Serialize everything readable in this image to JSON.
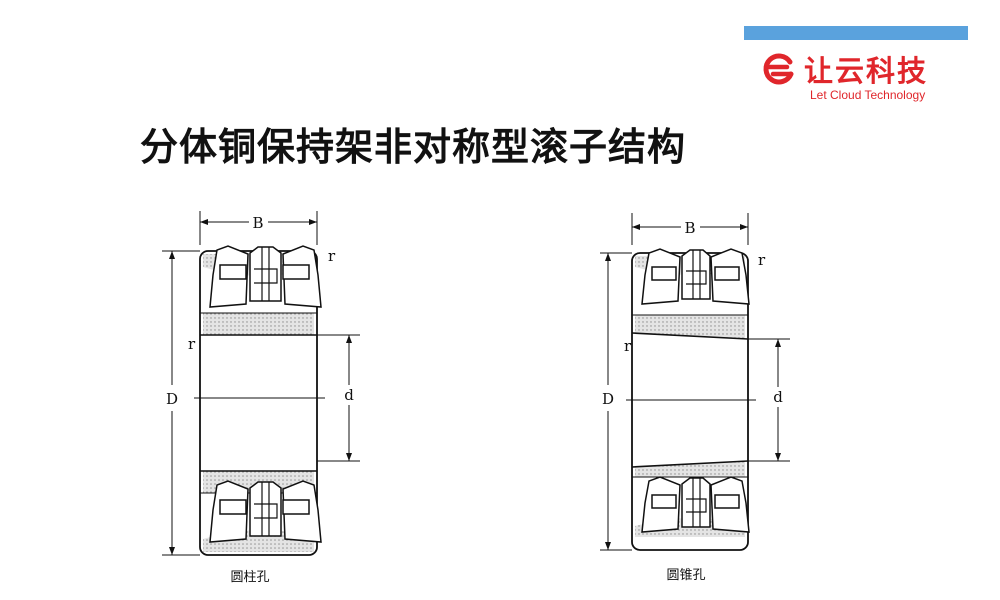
{
  "brand": {
    "name": "让云科技",
    "name_en": "Let Cloud Technology",
    "logo_icon": "let-cloud-logo-icon",
    "color": "#e0262b",
    "accent_bar_color": "#5aa2dd"
  },
  "title": "分体铜保持架非对称型滚子结构",
  "diagrams": [
    {
      "caption": "圆柱孔",
      "labels": {
        "width": "B",
        "outer_diameter": "D",
        "bore_diameter": "d",
        "radius_top": "r",
        "radius_side": "r"
      }
    },
    {
      "caption": "圆锥孔",
      "labels": {
        "width": "B",
        "outer_diameter": "D",
        "bore_diameter": "d",
        "radius_top": "r",
        "radius_side": "r"
      }
    }
  ]
}
